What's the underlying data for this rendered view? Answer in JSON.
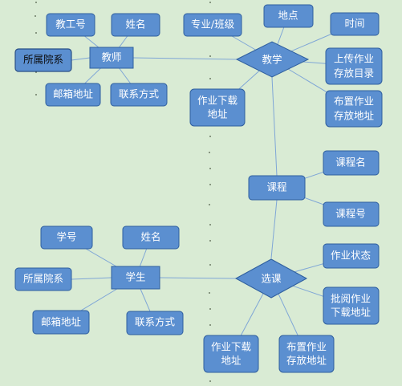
{
  "entities": {
    "teacher": "教师",
    "course": "课程",
    "student": "学生"
  },
  "relationships": {
    "teach": "教学",
    "select": "选课"
  },
  "attributes": {
    "t_id": "教工号",
    "t_name": "姓名",
    "t_dept": "所属院系",
    "t_email": "邮箱地址",
    "t_contact": "联系方式",
    "teach_major": "专业/班级",
    "teach_place": "地点",
    "teach_time": "时间",
    "teach_upload": [
      "上传作业",
      "存放目录"
    ],
    "teach_assign": [
      "布置作业",
      "存放地址"
    ],
    "teach_download": [
      "作业下载",
      "地址"
    ],
    "c_name": "课程名",
    "c_id": "课程号",
    "s_id": "学号",
    "s_name": "姓名",
    "s_dept": "所属院系",
    "s_email": "邮箱地址",
    "s_contact": "联系方式",
    "sel_status": "作业状态",
    "sel_review": [
      "批阅作业",
      "下载地址"
    ],
    "sel_download": [
      "作业下载",
      "地址"
    ],
    "sel_assign": [
      "布置作业",
      "存放地址"
    ]
  },
  "colors": {
    "node_fill": "#5b8fd0",
    "node_border": "#2f5f9e",
    "edge": "#7fa6d6",
    "background": "#d9ebd4"
  }
}
